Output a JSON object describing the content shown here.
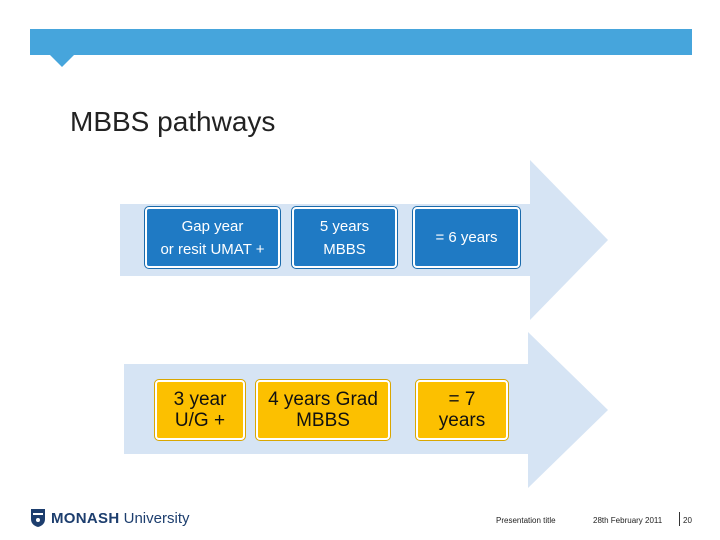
{
  "slide": {
    "title": "MBBS pathways",
    "accent_color": "#46a5dc"
  },
  "pathways": [
    {
      "steps": [
        "Gap year\nor resit UMAT +",
        "5 years\nMBBS",
        "= 6 years"
      ],
      "box_color": "#1f7ac4",
      "arrow_color": "#d6e4f4"
    },
    {
      "steps": [
        "3 year\nU/G +",
        "4 years Grad\nMBBS",
        "= 7\nyears"
      ],
      "box_color": "#fcc000",
      "arrow_color": "#d6e4f4"
    }
  ],
  "footer": {
    "logo_bold": "MONASH",
    "logo_rest": " University",
    "logo_icon": "monash-crest-icon",
    "presentation_title": "Presentation title",
    "date": "28th February 2011",
    "page_number": "20"
  }
}
